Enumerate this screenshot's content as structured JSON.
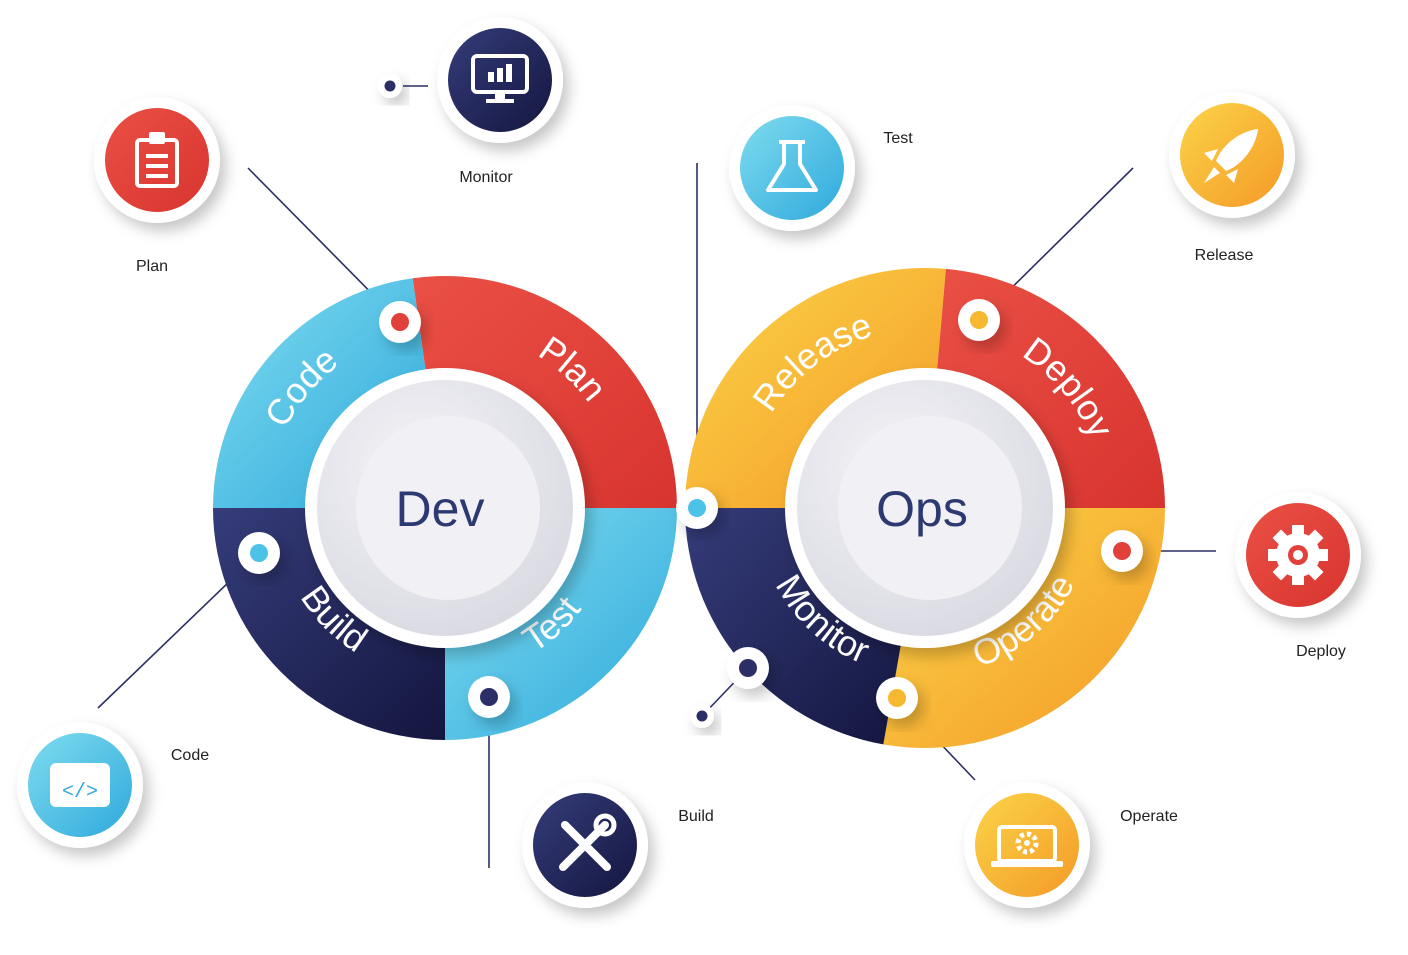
{
  "hubs": {
    "dev": "Dev",
    "ops": "Ops"
  },
  "ring_segments": {
    "code": "Code",
    "plan": "Plan",
    "build": "Build",
    "test": "Test",
    "release": "Release",
    "deploy": "Deploy",
    "operate": "Operate",
    "monitor": "Monitor"
  },
  "callouts": {
    "monitor": "Monitor",
    "plan": "Plan",
    "test": "Test",
    "release": "Release",
    "deploy": "Deploy",
    "operate": "Operate",
    "build": "Build",
    "code": "Code"
  },
  "icons": {
    "monitor": "monitor-chart-icon",
    "plan": "clipboard-icon",
    "test": "flask-icon",
    "release": "rocket-icon",
    "deploy": "gear-icon",
    "operate": "laptop-gear-icon",
    "build": "tools-icon",
    "code": "code-window-icon"
  },
  "colors": {
    "navy": "#2b2f66",
    "red": "#e2403a",
    "light_blue": "#4cc3e6",
    "yellow": "#f6b82f",
    "orange": "#f39a2a"
  }
}
